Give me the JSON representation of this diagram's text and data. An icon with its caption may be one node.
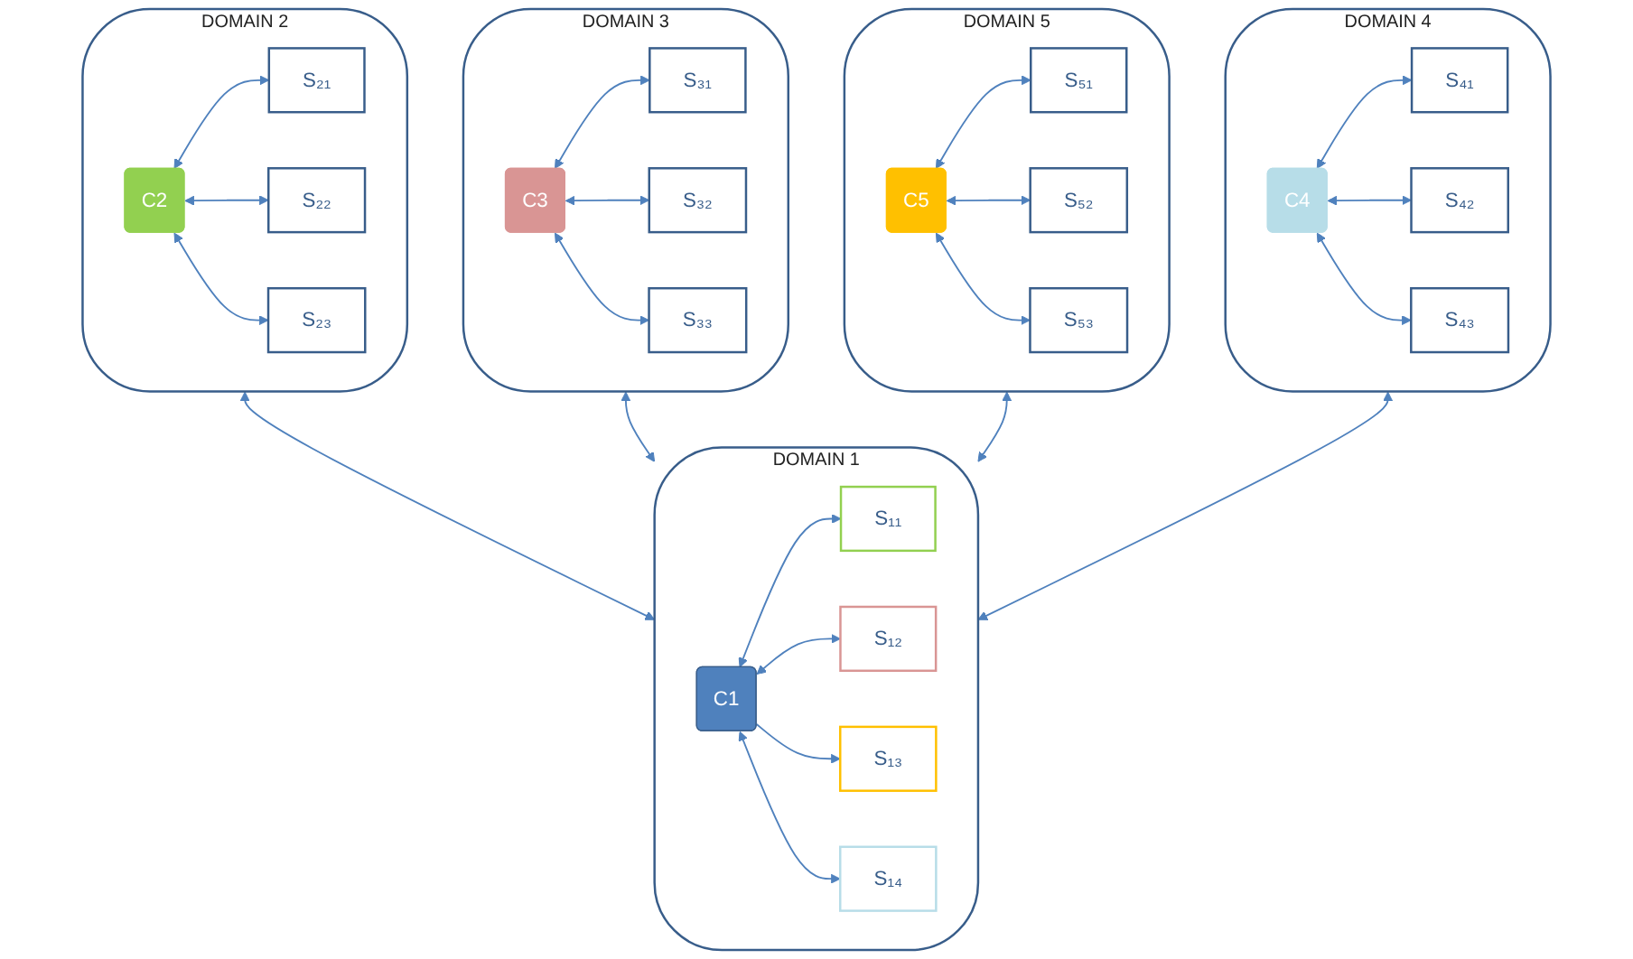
{
  "diagram": {
    "nodes": [
      {
        "text": [
          "DOMAIN 2"
        ]
      },
      {
        "text": [
          "C2"
        ],
        "in": 0
      },
      {
        "text": [
          "S₂₁"
        ],
        "in": 0
      },
      {
        "text": [
          "S₂₂"
        ],
        "in": 0
      },
      {
        "text": [
          "S₂₃"
        ],
        "in": 0
      },
      {
        "text": [
          "DOMAIN 3"
        ]
      },
      {
        "text": [
          "C3"
        ],
        "in": 5
      },
      {
        "text": [
          "S₃₁"
        ],
        "in": 5
      },
      {
        "text": [
          "S₃₂"
        ],
        "in": 5
      },
      {
        "text": [
          "S₃₃"
        ],
        "in": 5
      },
      {
        "text": [
          "DOMAIN 1"
        ]
      },
      {
        "text": [
          "S₁₁"
        ],
        "in": 10
      },
      {
        "text": [
          "C1"
        ],
        "in": 10
      },
      {
        "text": [
          "S₁₂"
        ],
        "in": 10
      },
      {
        "text": [
          "S₁₃"
        ],
        "in": 10
      },
      {
        "text": [
          "S₁₄"
        ],
        "in": 10
      },
      {
        "text": [
          "DOMAIN 5"
        ]
      },
      {
        "text": [
          "C5"
        ],
        "in": 16
      },
      {
        "text": [
          "S₅₁"
        ],
        "in": 16
      },
      {
        "text": [
          "S₅₂"
        ],
        "in": 16
      },
      {
        "text": [
          "S₅₃"
        ],
        "in": 16
      },
      {
        "text": [
          "DOMAIN 4"
        ]
      },
      {
        "text": [
          "C4"
        ],
        "in": 21
      },
      {
        "text": [
          "S₄₁"
        ],
        "in": 21
      },
      {
        "text": [
          "S₄₂"
        ],
        "in": 21
      },
      {
        "text": [
          "S₄₃"
        ],
        "in": 21
      }
    ],
    "edges": [
      {
        "from": 1,
        "to": 2,
        "arrow": "both"
      },
      {
        "from": 1,
        "to": 3,
        "arrow": "both"
      },
      {
        "from": 1,
        "to": 4,
        "arrow": "both"
      },
      {
        "from": 6,
        "to": 7,
        "arrow": "both"
      },
      {
        "from": 6,
        "to": 8,
        "arrow": "both"
      },
      {
        "from": 6,
        "to": 9,
        "arrow": "both"
      },
      {
        "from": 12,
        "to": 11,
        "arrow": "both"
      },
      {
        "from": 12,
        "to": 13,
        "arrow": "both"
      },
      {
        "from": 12,
        "to": 14,
        "arrow": "to"
      },
      {
        "from": 12,
        "to": 15,
        "arrow": "both"
      },
      {
        "from": 17,
        "to": 18,
        "arrow": "both"
      },
      {
        "from": 17,
        "to": 19,
        "arrow": "both"
      },
      {
        "from": 17,
        "to": 20,
        "arrow": "both"
      },
      {
        "from": 22,
        "to": 23,
        "arrow": "both"
      },
      {
        "from": 22,
        "to": 24,
        "arrow": "both"
      },
      {
        "from": 22,
        "to": 25,
        "arrow": "both"
      },
      {
        "from": 0,
        "to": 10,
        "arrow": "both"
      },
      {
        "from": 5,
        "to": 10,
        "arrow": "both"
      },
      {
        "from": 16,
        "to": 10,
        "arrow": "both"
      },
      {
        "from": 21,
        "to": 10,
        "arrow": "both"
      }
    ]
  }
}
